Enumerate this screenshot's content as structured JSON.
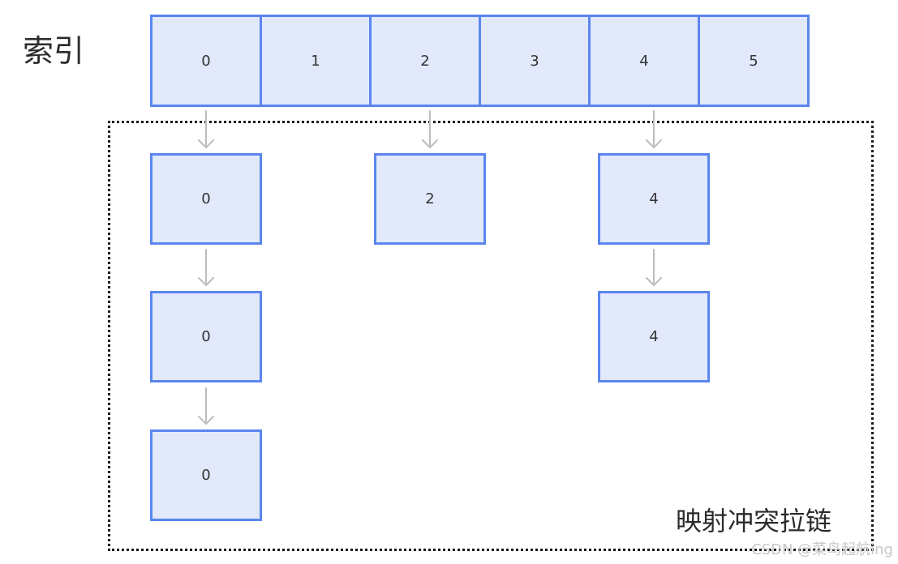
{
  "labels": {
    "index": "索引",
    "chaining": "映射冲突拉链"
  },
  "index_cells": [
    "0",
    "1",
    "2",
    "3",
    "4",
    "5"
  ],
  "chains": [
    {
      "bucket": "0",
      "nodes": [
        "0",
        "0",
        "0"
      ]
    },
    {
      "bucket": "2",
      "nodes": [
        "2"
      ]
    },
    {
      "bucket": "4",
      "nodes": [
        "4",
        "4"
      ]
    }
  ],
  "watermark": "CSDN @菜鸟起航ing",
  "colors": {
    "cell_fill": "#e1e9fb",
    "cell_border": "#5b86ee",
    "arrow": "#bdbdbd",
    "region_border": "#1a1a1a"
  }
}
